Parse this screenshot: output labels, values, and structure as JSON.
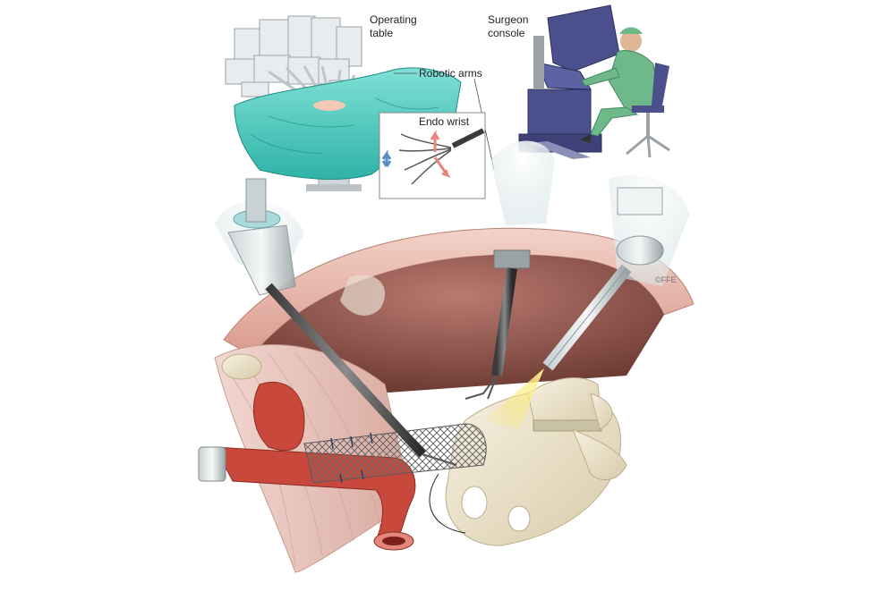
{
  "labels": {
    "operating_table_1": "Operating",
    "operating_table_2": "table",
    "surgeon_console_1": "Surgeon",
    "surgeon_console_2": "console",
    "robotic_arms": "Robotic arms",
    "endo_wrist": "Endo wrist"
  },
  "copyright": "©FFE",
  "colors": {
    "drape": "#5fd3c9",
    "console": "#4b4f8c",
    "surgeon_scrubs": "#6fb88a",
    "abdominal_wall": "#e7b8ad",
    "bone": "#efe7d2",
    "vessel": "#c8493c",
    "mesh": "#7a7a7a",
    "light_beam": "#f4e24a",
    "endo_arrow_up": "#e9847a",
    "endo_arrow_side": "#5a8fc4"
  },
  "icons": [
    "operating-table-illustration",
    "surgeon-console-illustration",
    "endo-wrist-illustration",
    "laparoscopic-surgery-illustration"
  ]
}
